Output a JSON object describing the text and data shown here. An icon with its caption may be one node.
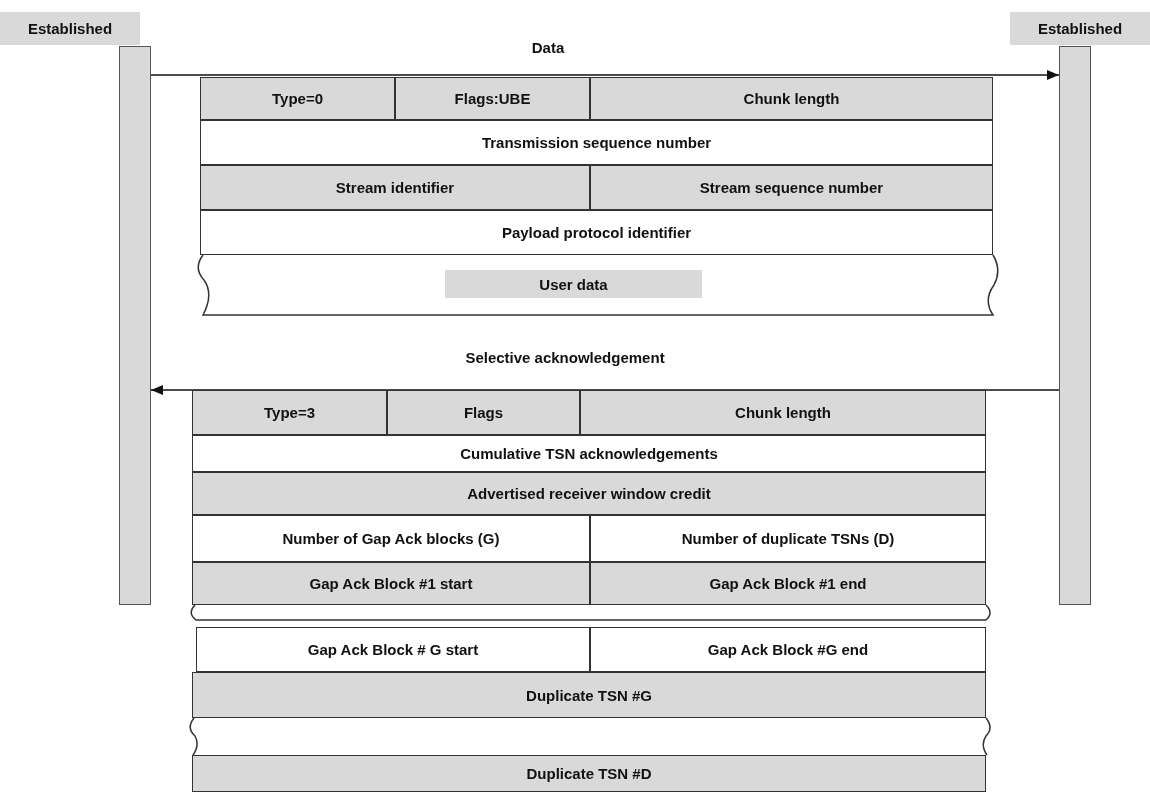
{
  "diagram": {
    "nodes": [
      {
        "text": [
          "Established"
        ]
      },
      {
        "text": [
          "Established"
        ]
      },
      {
        "text": [],
        "shape": "bar"
      },
      {
        "text": [],
        "shape": "bar"
      }
    ],
    "edges": [
      {
        "from": 2,
        "to": 3,
        "arrow": "to",
        "label": "Data"
      },
      {
        "from": 3,
        "to": 2,
        "arrow": "to",
        "label": "Selective acknowledgement"
      }
    ],
    "labels": [
      "Type=0",
      "Flags:UBE",
      "Chunk length",
      "Transmission sequence number",
      "Stream identifier",
      "Stream sequence number",
      "Payload protocol identifier",
      "User data",
      "Type=3",
      "Flags",
      "Chunk length",
      "Cumulative TSN acknowledgements",
      "Advertised receiver window credit",
      "Number of Gap Ack blocks (G)",
      "Number of duplicate TSNs (D)",
      "Gap Ack Block #1 start",
      "Gap Ack Block #1 end",
      "Gap Ack Block # G start",
      "Gap Ack Block #G end",
      "Duplicate TSN #G",
      "Duplicate TSN #D"
    ]
  }
}
